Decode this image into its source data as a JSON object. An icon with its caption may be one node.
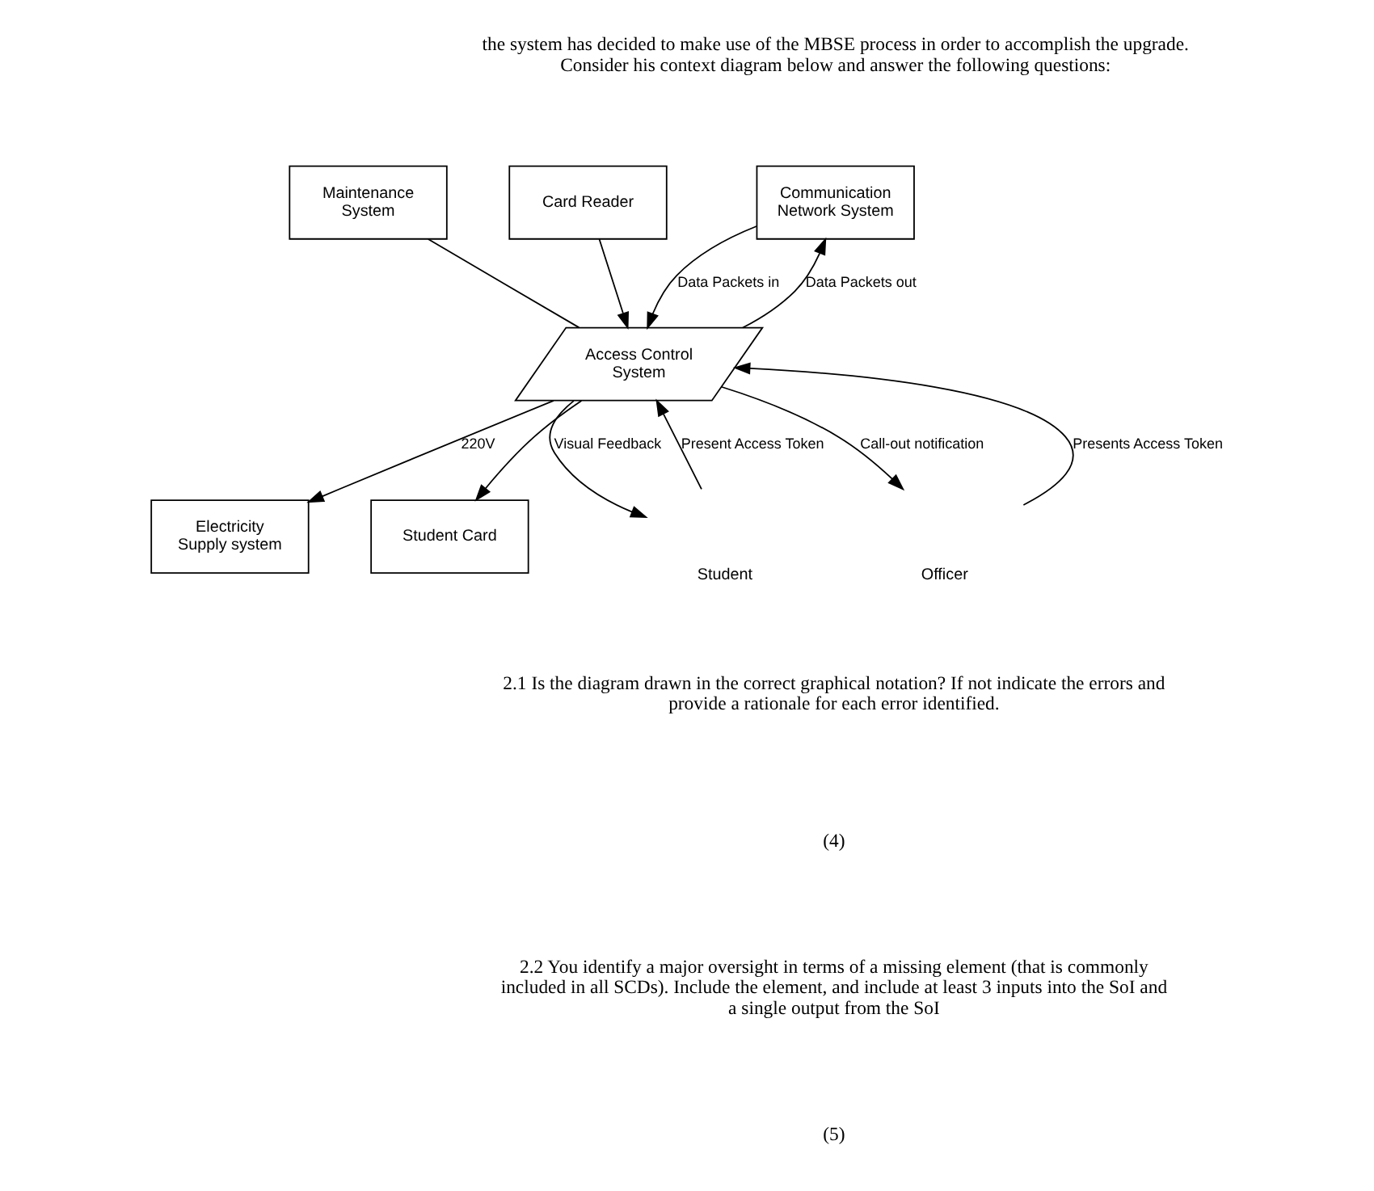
{
  "diagram": {
    "nodes": [
      {
        "text": [
          "Communication Network System"
        ]
      },
      {
        "text": [
          "Maintenance System"
        ]
      },
      {
        "text": [
          "Electricity Supply system"
        ]
      },
      {
        "text": [
          "Access Control System"
        ]
      },
      {
        "text": [
          "Student Card"
        ]
      },
      {
        "text": [
          "Card Reader"
        ]
      },
      {
        "text": [
          "Student"
        ]
      },
      {
        "text": [
          "Officer"
        ]
      }
    ],
    "edges": [
      {
        "from": 3,
        "to": 0,
        "arrow": "to",
        "label": "Data Packets out"
      },
      {
        "from": 0,
        "to": 3,
        "arrow": "to",
        "label": "Data Packets in"
      },
      {
        "from": 1,
        "to": 3,
        "arrow": "none"
      },
      {
        "from": 3,
        "to": 2,
        "arrow": "to",
        "label": "220V"
      },
      {
        "from": 3,
        "to": 4,
        "arrow": "to"
      },
      {
        "from": 5,
        "to": 3,
        "arrow": "to"
      },
      {
        "from": 6,
        "to": 3,
        "arrow": "to",
        "label": "Present Access Token"
      },
      {
        "from": 3,
        "to": 6,
        "arrow": "to",
        "label": "Visual Feedback"
      },
      {
        "from": 7,
        "to": 3,
        "arrow": "to",
        "label": "Presents Access Token"
      },
      {
        "from": 3,
        "to": 7,
        "arrow": "to",
        "label": "Call-out notification"
      }
    ],
    "labels": [
      "the system has decided to make use of the MBSE process in order to accomplish the upgrade. Consider his context diagram below and answer the following questions:",
      "2.1 Is the diagram drawn in the correct graphical notation? If not indicate the errors and provide a rationale for each error identified.",
      "(4)",
      "2.2 You identify a major oversight in terms of a missing element (that is commonly included in all SCDs). Include the element, and include at least 3 inputs into the SoI and a single output from the SoI",
      "(5)"
    ]
  }
}
